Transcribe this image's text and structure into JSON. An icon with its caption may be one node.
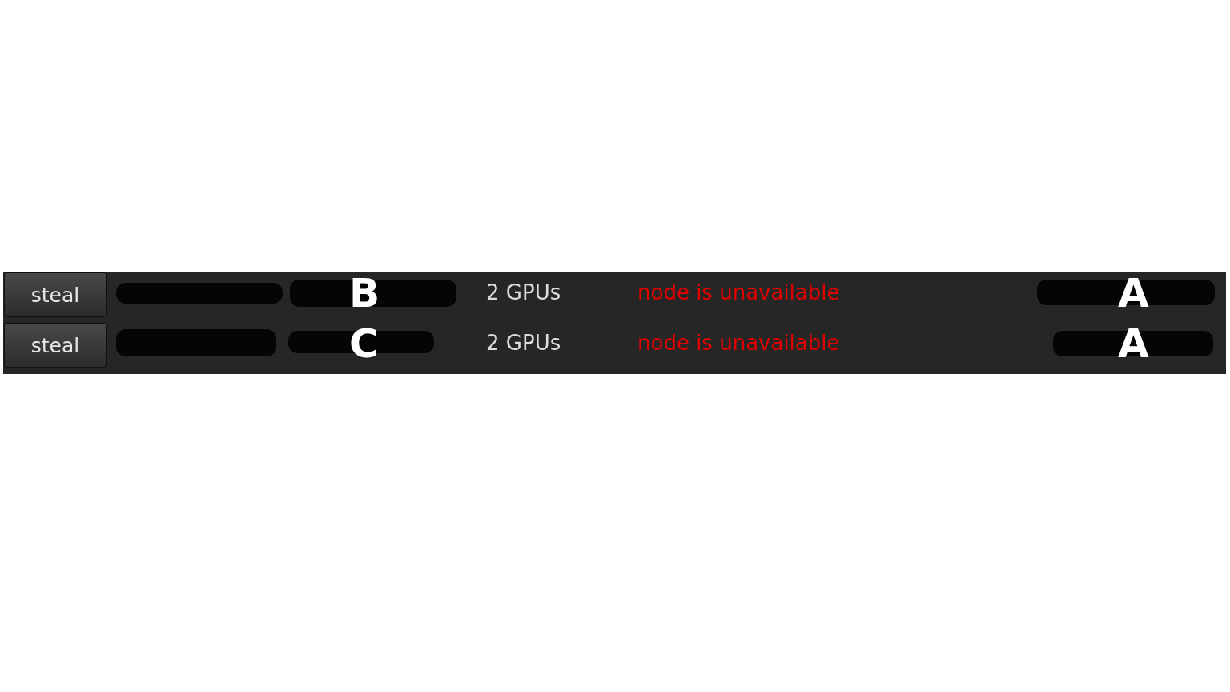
{
  "diagram": {
    "labels": [
      "steal",
      "B",
      "2 GPUs",
      "node is unavailable",
      "A",
      "steal",
      "C",
      "2 GPUs",
      "node is unavailable",
      "A"
    ]
  }
}
